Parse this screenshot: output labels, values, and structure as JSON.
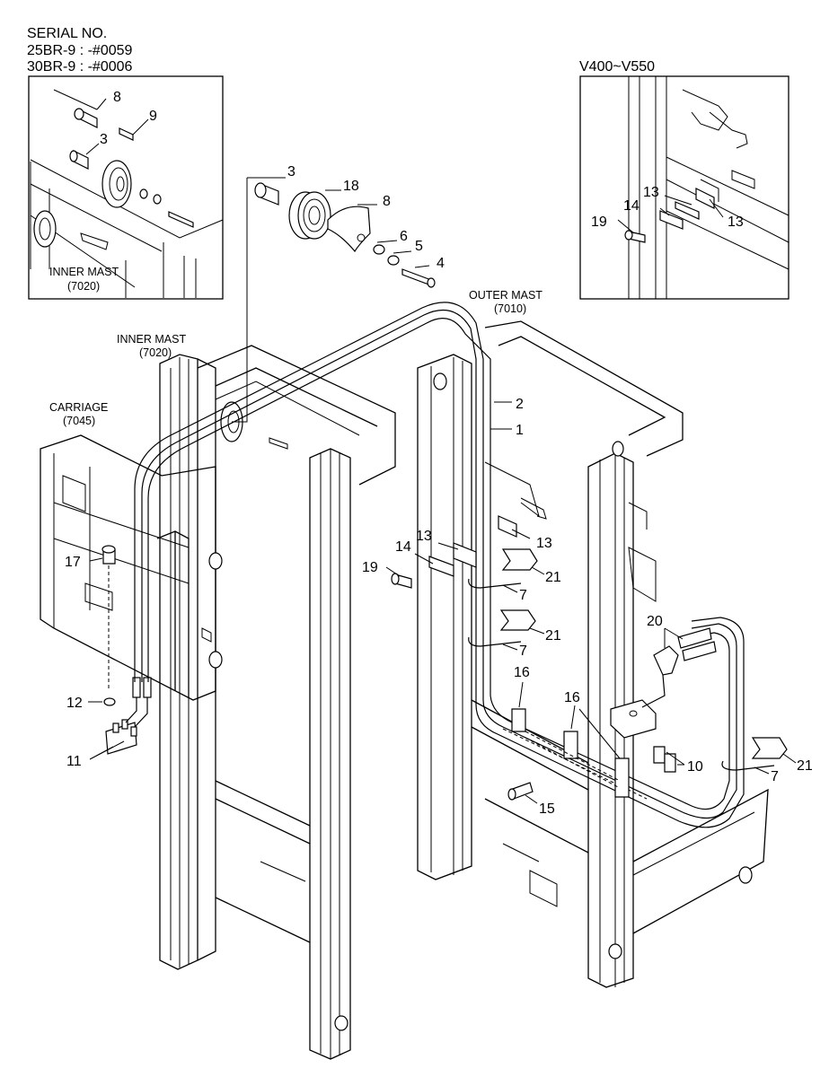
{
  "header": {
    "serial_title": "SERIAL NO.",
    "serial_line_1": "25BR-9 : -#0059",
    "serial_line_2": "30BR-9 : -#0006",
    "variant_title": "V400~V550"
  },
  "labels": {
    "inner_mast_inset": "INNER MAST",
    "inner_mast_inset_code": "(7020)",
    "inner_mast": "INNER MAST",
    "inner_mast_code": "(7020)",
    "outer_mast": "OUTER MAST",
    "outer_mast_code": "(7010)",
    "carriage": "CARRIAGE",
    "carriage_code": "(7045)"
  },
  "parts": {
    "p1": "1",
    "p2": "2",
    "p3": "3",
    "p4": "4",
    "p5": "5",
    "p6": "6",
    "p7": "7",
    "p8": "8",
    "p9": "9",
    "p10": "10",
    "p11": "11",
    "p12": "12",
    "p13": "13",
    "p14": "14",
    "p15": "15",
    "p16": "16",
    "p17": "17",
    "p18": "18",
    "p19": "19",
    "p20": "20",
    "p21": "21"
  }
}
